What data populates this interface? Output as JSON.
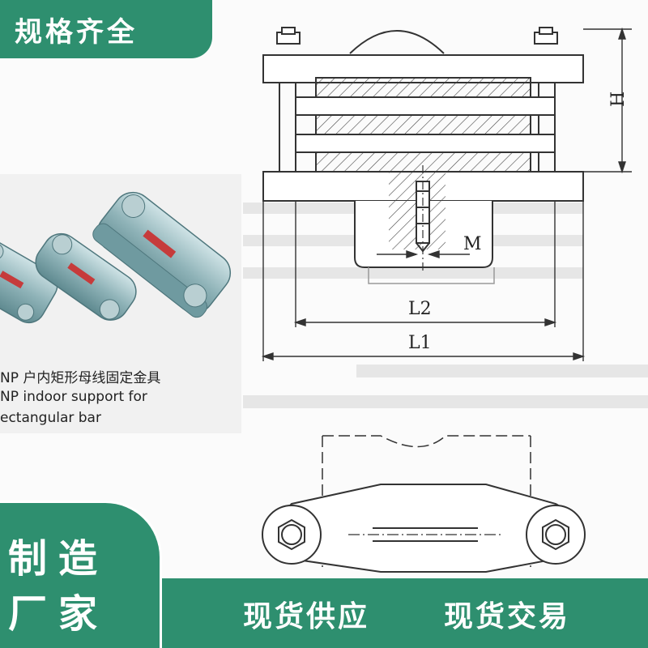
{
  "badges": {
    "top_left": "规格齐全",
    "corner_line1": "制造",
    "corner_line2": "厂家",
    "bottom_1": "现货供应",
    "bottom_2": "现货交易"
  },
  "photo": {
    "caption_cn": "NP 户内矩形母线固定金具",
    "caption_en_1": "NP indoor support for",
    "caption_en_2": "ectangular bar"
  },
  "drawing": {
    "label_h": "H",
    "label_m": "M",
    "label_l2": "L2",
    "label_l1": "L1"
  },
  "colors": {
    "brand_green": "#2e8f6f",
    "line": "#333333"
  }
}
